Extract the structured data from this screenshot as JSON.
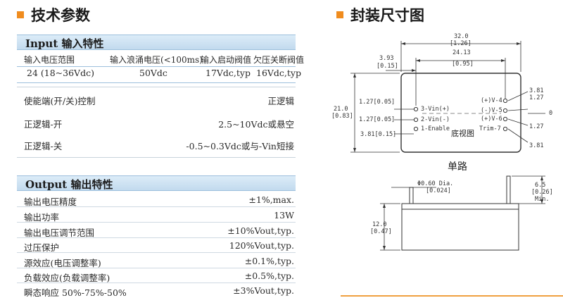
{
  "left": {
    "title": "技术参数",
    "input": {
      "heading": "Input 输入特性",
      "col_headers": [
        "输入电压范围",
        "输入浪涌电压(<100ms)",
        "输入启动阀值",
        "欠压关断阀值"
      ],
      "values": [
        "24 (18~36Vdc)",
        "50Vdc",
        "17Vdc,typ",
        "16Vdc,typ"
      ]
    },
    "control": [
      {
        "label": "使能端(开/关)控制",
        "value": "正逻辑"
      },
      {
        "label": "正逻辑-开",
        "value": "2.5~10Vdc或悬空"
      },
      {
        "label": "正逻辑-关",
        "value": "-0.5~0.3Vdc或与-Vin短接"
      }
    ],
    "output": {
      "heading": "Output 输出特性",
      "rows": [
        {
          "label": "输出电压精度",
          "value": "±1%,max."
        },
        {
          "label": "输出功率",
          "value": "13W"
        },
        {
          "label": "输出电压调节范围",
          "value": "±10%Vout,typ."
        },
        {
          "label": "过压保护",
          "value": "120%Vout,typ."
        },
        {
          "label": "源效应(电压调整率)",
          "value": "±0.1%,typ."
        },
        {
          "label": "负载效应(负载调整率)",
          "value": "±0.5%,typ."
        },
        {
          "label": "瞬态响应 50%-75%-50%",
          "value": "±3%Vout,typ."
        }
      ]
    }
  },
  "right": {
    "title": "封装尺寸图",
    "dims": {
      "width": "32.0",
      "width_in": "[1.26]",
      "offset": "3.93",
      "offset_in": "[0.15]",
      "pin_span": "24.13",
      "pin_span_in": "[0.95]",
      "height": "21.0",
      "height_in": "[0.83]",
      "p127a": "1.27[0.05]",
      "p127b": "1.27[0.05]",
      "p381": "3.81[0.15]",
      "r381a": "3.81",
      "r127a": "1.27",
      "r0": "0",
      "r127b": "1.27",
      "r381b": "3.81",
      "pin_dia": "Φ0.60 Dia.",
      "pin_dia_in": "[0.024]",
      "pin_len": "6.5",
      "pin_len_in": "[0.26]",
      "pin_len_min": "Min.",
      "body_h": "12.0",
      "body_h_in": "[0.47]"
    },
    "pins_left": [
      "3-Vin(+)",
      "2-Vin(-)",
      "1-Enable"
    ],
    "pins_right": [
      "(+)V-4",
      "(-)V-5",
      "(+)V-6",
      "Trim-7"
    ],
    "bottom_view": "底视图",
    "single": "单路"
  }
}
